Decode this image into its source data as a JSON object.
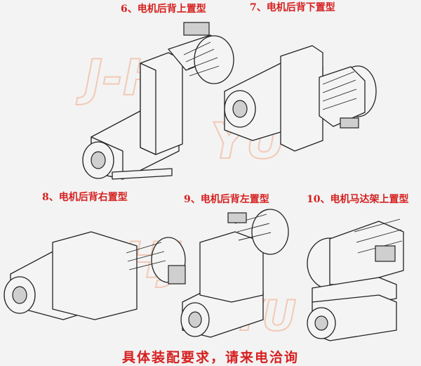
{
  "labels": {
    "type6": "6、电机后背上置型",
    "type7": "7、电机后背下置型",
    "type8": "8、电机后背右置型",
    "type9": "9、电机后背左置型",
    "type10": "10、电机马达架上置型"
  },
  "footer": "具体装配要求，请来电洽询",
  "watermark": "J-HJ YU",
  "colors": {
    "label_red": "#d62020",
    "watermark": "#f2c9b6"
  }
}
